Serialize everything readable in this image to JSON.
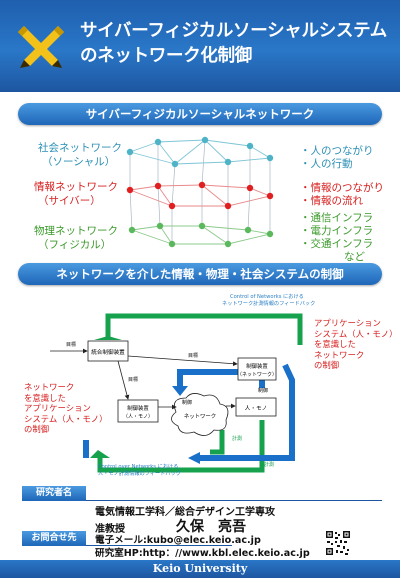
{
  "title": {
    "line1": "サイバーフィジカルソーシャルシステム",
    "line2": "のネットワーク化制御"
  },
  "section1": {
    "heading": "サイバーフィジカルソーシャルネットワーク",
    "layers": [
      {
        "name": "社会ネットワーク",
        "sub": "（ソーシャル）",
        "color": "#2b8fb5",
        "items": [
          "・人のつながり",
          "・人の行動"
        ]
      },
      {
        "name": "情報ネットワーク",
        "sub": "（サイバー）",
        "color": "#d71e1e",
        "items": [
          "・情報のつながり",
          "・情報の流れ"
        ]
      },
      {
        "name": "物理ネットワーク",
        "sub": "（フィジカル）",
        "color": "#3a9a2a",
        "items": [
          "・通信インフラ",
          "・電力インフラ",
          "・交通インフラ",
          "など"
        ]
      }
    ]
  },
  "section2": {
    "heading": "ネットワークを介した情報・物理・社会システムの制御",
    "diagram": {
      "top_caption_line1": "Control of Networks における",
      "top_caption_line2": "ネットワーク計測情報のフィードバック",
      "bottom_caption_line1": "Control over Networks における",
      "bottom_caption_line2": "人・モノ計測情報のフィードバック",
      "input_label": "目標",
      "integrated_controller": "統合制御装置",
      "network_controller_line1": "制御装置",
      "network_controller_line2": "（ネットワーク）",
      "thing_controller_line1": "制御装置",
      "thing_controller_line2": "（人・モノ）",
      "people_things": "人・モノ",
      "network": "ネットワーク",
      "goal1": "目標",
      "goal2": "目標",
      "control1": "制御",
      "control2": "制御",
      "measure1": "計測",
      "measure2": "計測"
    },
    "right_note": [
      "アプリケーション",
      "システム（人・モノ）",
      "を意識した",
      "ネットワーク",
      "の制御"
    ],
    "left_note": [
      "ネットワーク",
      "を意識した",
      "アプリケーション",
      "システム（人・モノ）",
      "の制御"
    ]
  },
  "researcher": {
    "tag": "研究者名",
    "department": "電気情報工学科／総合デザイン工学専攻",
    "position": "准教授",
    "name": "久保　亮吾"
  },
  "contact": {
    "tag": "お問合せ先",
    "email": "電子メール:kubo@elec.keio.ac.jp",
    "homepage": "研究室HP:http：//www.kbl.elec.keio.ac.jp"
  },
  "footer": "Keio University",
  "colors": {
    "brand_blue": "#1d56a0",
    "social": "#2b8fb5",
    "cyber": "#d71e1e",
    "physical": "#3a9a2a",
    "logo_yellow": "#f2c21b"
  }
}
